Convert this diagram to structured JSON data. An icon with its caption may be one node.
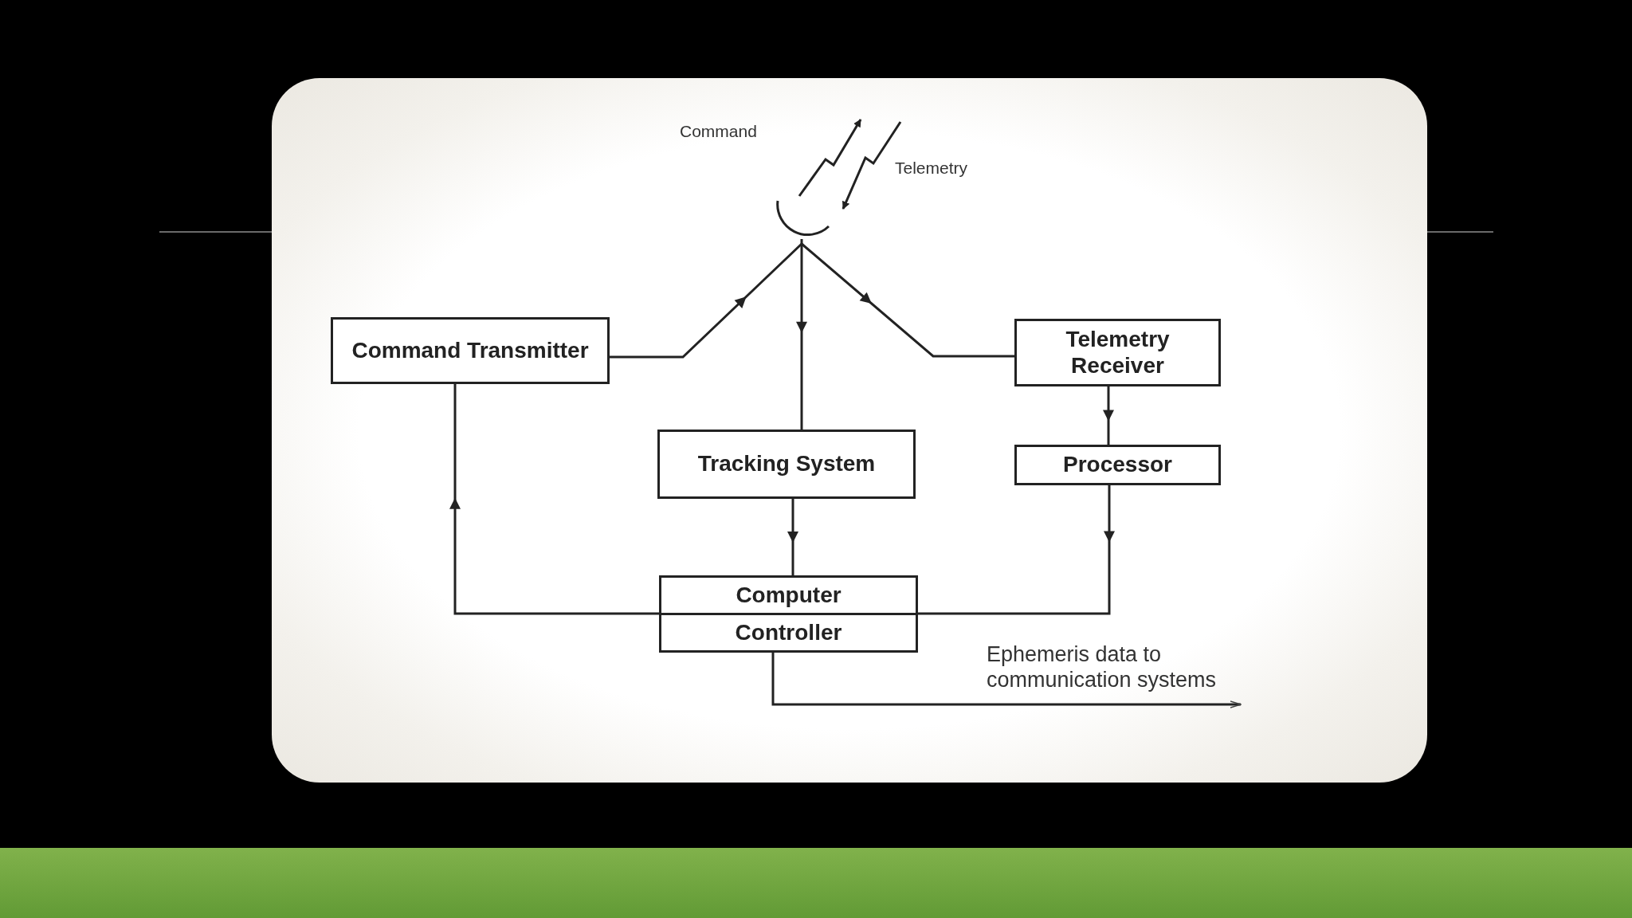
{
  "diagram": {
    "nodes": [
      {
        "text": [],
        "shape": "antenna"
      },
      {
        "text": [
          "Command Transmitter"
        ]
      },
      {
        "text": [
          "Tracking System"
        ]
      },
      {
        "text": [
          "Telemetry Receiver"
        ]
      },
      {
        "text": [
          "Processor"
        ]
      },
      {
        "text": [
          "Computer",
          "Controller"
        ]
      }
    ],
    "edges": [
      {
        "from": 0,
        "to": null,
        "arrow": "to",
        "label": "Command"
      },
      {
        "from": null,
        "to": 0,
        "arrow": "to",
        "label": "Telemetry"
      },
      {
        "from": 1,
        "to": 0,
        "arrow": "to"
      },
      {
        "from": 0,
        "to": 2,
        "arrow": "to"
      },
      {
        "from": 0,
        "to": 3,
        "arrow": "to"
      },
      {
        "from": 3,
        "to": 4,
        "arrow": "to"
      },
      {
        "from": 2,
        "to": 5,
        "arrow": "to"
      },
      {
        "from": 4,
        "to": 5,
        "arrow": "to"
      },
      {
        "from": 5,
        "to": 1,
        "arrow": "to"
      },
      {
        "from": 5,
        "to": null,
        "arrow": "to",
        "label": "Ephemeris data to communication systems"
      }
    ]
  }
}
